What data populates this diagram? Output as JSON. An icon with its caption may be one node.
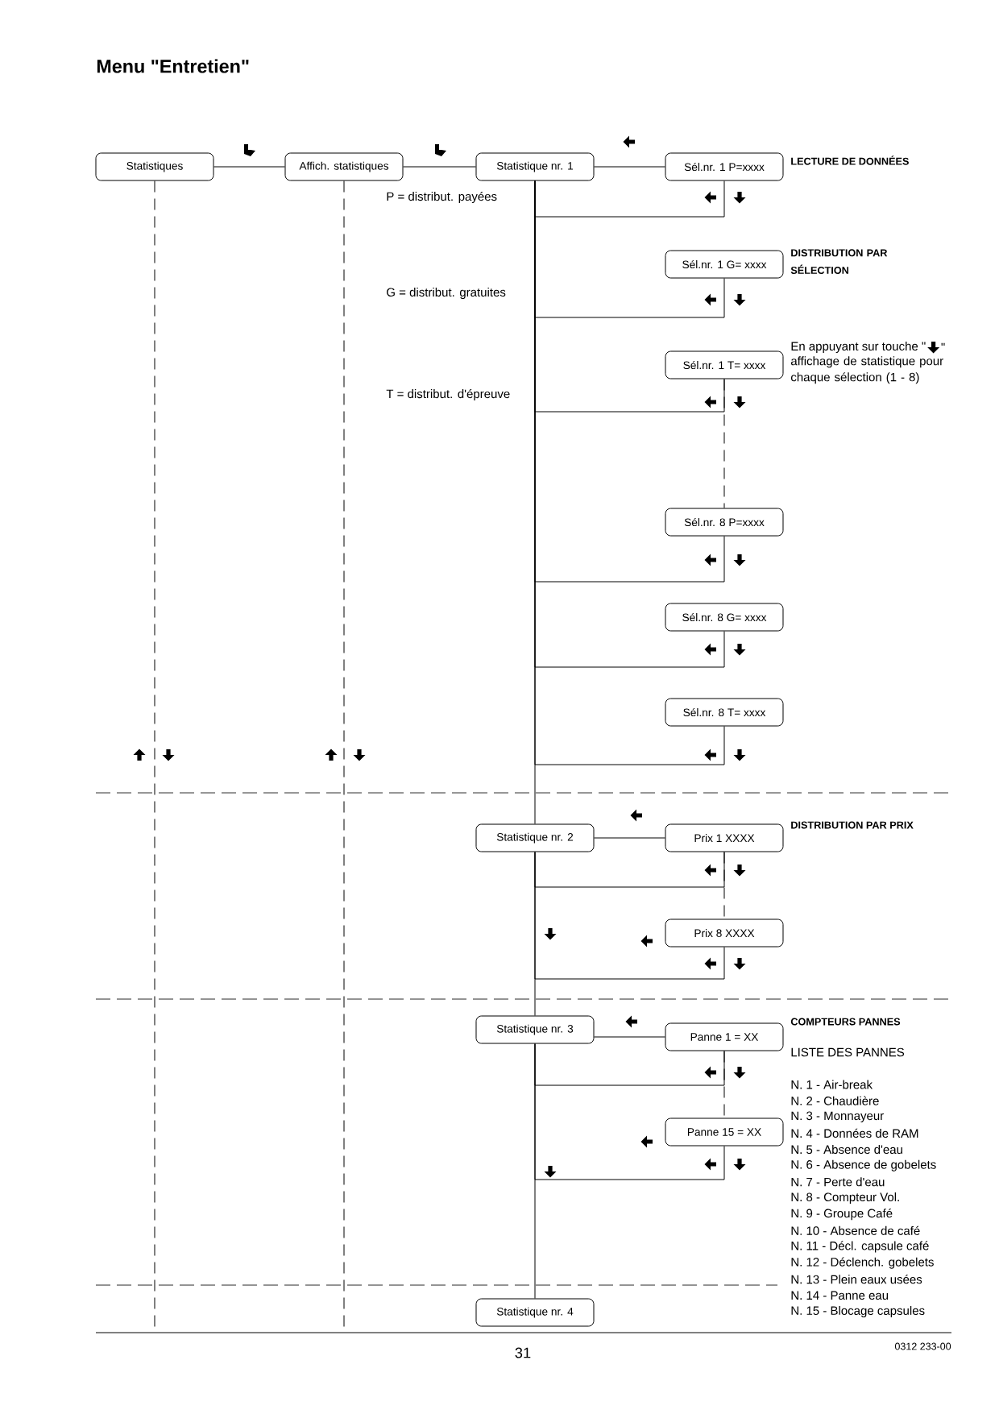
{
  "diagram": {
    "title": "Menu \"Entretien\"",
    "nodes": [
      {
        "text": [
          "Statistiques"
        ]
      },
      {
        "text": [
          "Affich. statistiques"
        ]
      },
      {
        "text": [
          "Statistique nr. 1"
        ]
      },
      {
        "text": [
          "Sél.nr. 1 P=xxxx"
        ]
      },
      {
        "text": [
          "Sél.nr. 1 G= xxxx"
        ]
      },
      {
        "text": [
          "Sél.nr. 1 T= xxxx"
        ]
      },
      {
        "text": [
          "Sél.nr. 8 P=xxxx"
        ]
      },
      {
        "text": [
          "Sél.nr. 8 G= xxxx"
        ]
      },
      {
        "text": [
          "Sél.nr. 8 T= xxxx"
        ]
      },
      {
        "text": [
          "Statistique nr. 2"
        ]
      },
      {
        "text": [
          "Prix 1 XXXX"
        ]
      },
      {
        "text": [
          "Prix 8 XXXX"
        ]
      },
      {
        "text": [
          "Statistique nr. 3"
        ]
      },
      {
        "text": [
          "Panne 1 = XX"
        ]
      },
      {
        "text": [
          "Panne 15 = XX"
        ]
      },
      {
        "text": [
          "Statistique nr. 4"
        ]
      }
    ],
    "edges": [
      {
        "from": 0,
        "to": 1,
        "arrow": "none"
      },
      {
        "from": 1,
        "to": 2,
        "arrow": "none"
      },
      {
        "from": 2,
        "to": 3,
        "arrow": "none"
      },
      {
        "from": 3,
        "to": 2,
        "arrow": "none"
      },
      {
        "from": 4,
        "to": 2,
        "arrow": "none"
      },
      {
        "from": 5,
        "to": 2,
        "arrow": "none"
      },
      {
        "from": 5,
        "to": 6,
        "arrow": "none",
        "style": "dashed"
      },
      {
        "from": 6,
        "to": 2,
        "arrow": "none"
      },
      {
        "from": 7,
        "to": 2,
        "arrow": "none"
      },
      {
        "from": 8,
        "to": 2,
        "arrow": "none"
      },
      {
        "from": 2,
        "to": 9,
        "arrow": "none"
      },
      {
        "from": 9,
        "to": 10,
        "arrow": "none"
      },
      {
        "from": 10,
        "to": 9,
        "arrow": "none"
      },
      {
        "from": 10,
        "to": 11,
        "arrow": "none",
        "style": "dashed"
      },
      {
        "from": 11,
        "to": 9,
        "arrow": "none"
      },
      {
        "from": 9,
        "to": 12,
        "arrow": "none"
      },
      {
        "from": 12,
        "to": 13,
        "arrow": "none"
      },
      {
        "from": 13,
        "to": 12,
        "arrow": "none"
      },
      {
        "from": 13,
        "to": 14,
        "arrow": "none",
        "style": "dashed"
      },
      {
        "from": 14,
        "to": 12,
        "arrow": "none"
      },
      {
        "from": 12,
        "to": 15,
        "arrow": "none"
      },
      {
        "from": 0,
        "to": null,
        "arrow": "none",
        "style": "dashed"
      },
      {
        "from": 1,
        "to": null,
        "arrow": "none",
        "style": "dashed"
      }
    ],
    "labels": [
      "LECTURE DE DONNÉES",
      "P = distribut. payées",
      "DISTRIBUTION PAR SÉLECTION",
      "G = distribut. gratuites",
      "En appuyant sur touche \"",
      "\"",
      "affichage de statistique pour chaque sélection (1 - 8)",
      "T = distribut. d'épreuve",
      "DISTRIBUTION PAR PRIX",
      "COMPTEURS PANNES",
      "LISTE DES PANNES",
      "N. 1 - Air-break",
      "N. 2 - Chaudière",
      "N. 3 - Monnayeur",
      "N. 4 - Données de RAM",
      "N. 5 - Absence d'eau",
      "N. 6 - Absence de gobelets",
      "N. 7 - Perte d'eau",
      "N. 8 - Compteur Vol.",
      "N. 9 - Groupe Café",
      "N. 10 - Absence de café",
      "N. 11 - Décl. capsule café",
      "N. 12 - Déclench. gobelets",
      "N. 13 - Plein eaux usées",
      "N. 14 - Panne eau",
      "N. 15 - Blocage capsules",
      "31",
      "0312 233-00"
    ]
  }
}
